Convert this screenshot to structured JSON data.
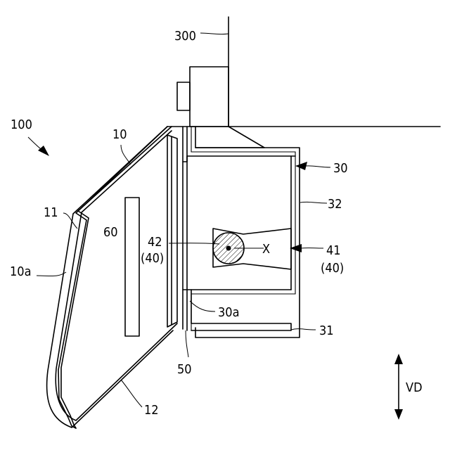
{
  "labels": {
    "device": "100",
    "cover": "10",
    "cover_front_edge": "10a",
    "upper_wall": "11",
    "lower_wall": "12",
    "housing": "30",
    "housing_side": "32",
    "housing_bottom": "31",
    "housing_opening": "30a",
    "body": "300",
    "panel": "60",
    "component_42": "42",
    "component_42_parent": "(40)",
    "component_41": "41",
    "component_41_parent": "(40)",
    "axis": "X",
    "seal": "50",
    "direction": "VD"
  }
}
